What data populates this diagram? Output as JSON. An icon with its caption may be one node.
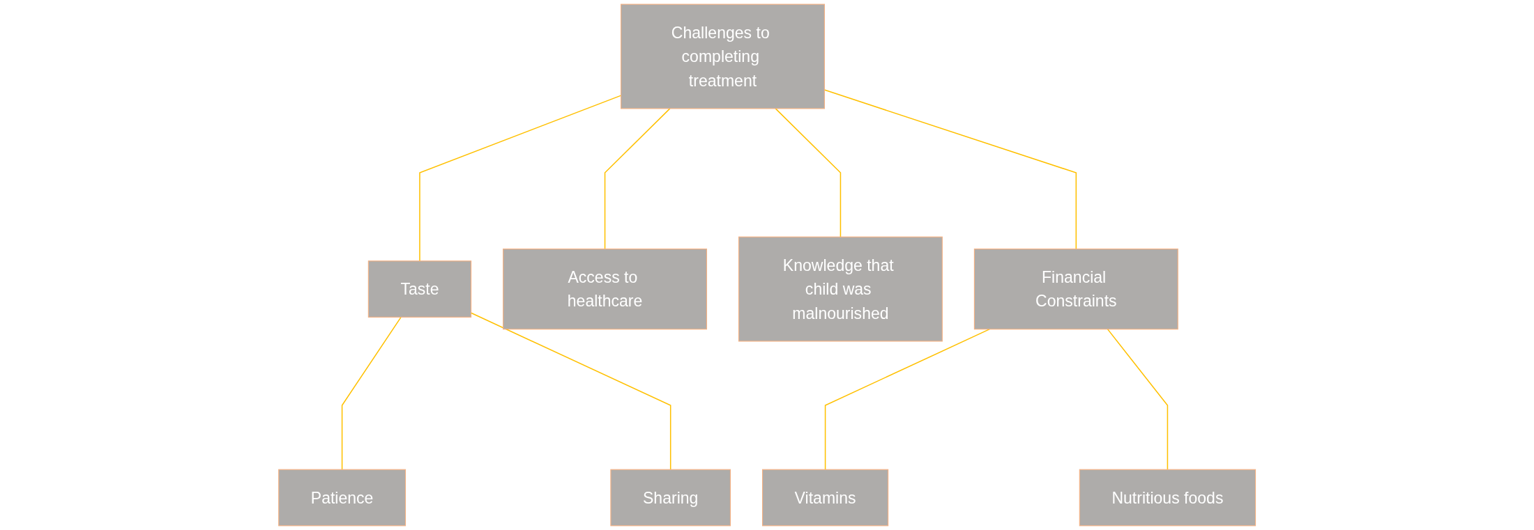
{
  "diagram": {
    "nodes": [
      {
        "text": [
          "Challenges to completing treatment"
        ]
      },
      {
        "text": [
          "Taste"
        ]
      },
      {
        "text": [
          "Access to healthcare"
        ]
      },
      {
        "text": [
          "Knowledge that child was malnourished"
        ]
      },
      {
        "text": [
          "Financial Constraints"
        ]
      },
      {
        "text": [
          "Patience"
        ]
      },
      {
        "text": [
          "Sharing"
        ]
      },
      {
        "text": [
          "Vitamins"
        ]
      },
      {
        "text": [
          "Nutritious foods"
        ]
      }
    ],
    "edges": [
      {
        "from": 0,
        "to": 1,
        "arrow": "none"
      },
      {
        "from": 0,
        "to": 2,
        "arrow": "none"
      },
      {
        "from": 0,
        "to": 3,
        "arrow": "none"
      },
      {
        "from": 0,
        "to": 4,
        "arrow": "none"
      },
      {
        "from": 1,
        "to": 5,
        "arrow": "none"
      },
      {
        "from": 1,
        "to": 6,
        "arrow": "none"
      },
      {
        "from": 4,
        "to": 7,
        "arrow": "none"
      },
      {
        "from": 4,
        "to": 8,
        "arrow": "none"
      }
    ]
  }
}
